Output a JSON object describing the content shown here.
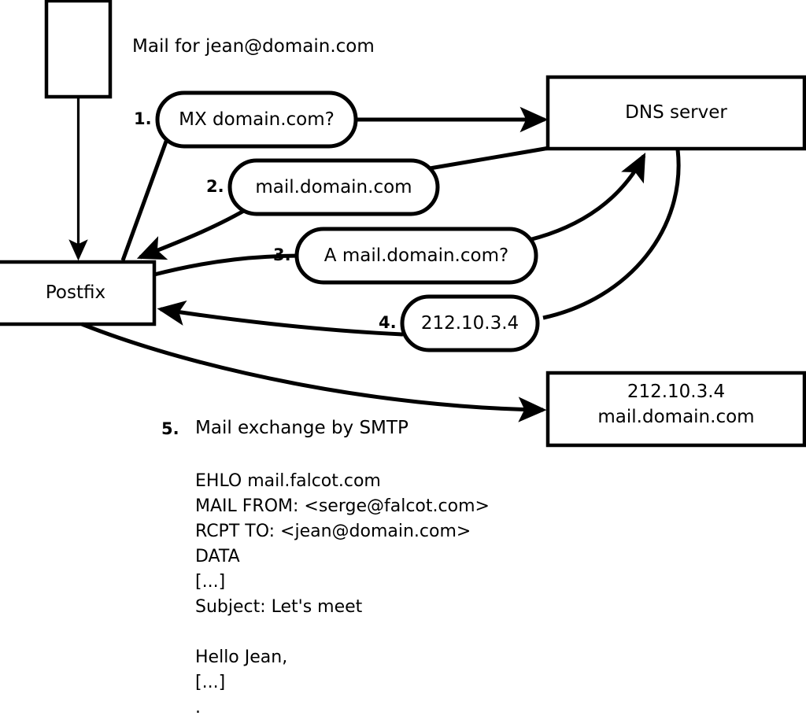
{
  "diagram": {
    "title_note": "Mail for jean@domain.com",
    "nodes": [
      {
        "id": "client",
        "label": "",
        "kind": "rect"
      },
      {
        "id": "postfix",
        "label": "Postfix",
        "kind": "rect"
      },
      {
        "id": "dns",
        "label": "DNS server",
        "kind": "rect"
      },
      {
        "id": "mailserver",
        "label_line1": "212.10.3.4",
        "label_line2": "mail.domain.com",
        "kind": "rect"
      }
    ],
    "steps": [
      {
        "num": "1.",
        "message": "MX domain.com?"
      },
      {
        "num": "2.",
        "message": "mail.domain.com"
      },
      {
        "num": "3.",
        "message": "A mail.domain.com?"
      },
      {
        "num": "4.",
        "message": "212.10.3.4"
      },
      {
        "num": "5.",
        "message": "Mail exchange by SMTP"
      }
    ],
    "smtp_transcript": [
      "EHLO mail.falcot.com",
      "MAIL FROM: <serge@falcot.com>",
      "RCPT TO: <jean@domain.com>",
      "DATA",
      "[...]",
      "Subject: Let's meet",
      "",
      "Hello Jean,",
      "[...]",
      "."
    ],
    "colors": {
      "stroke": "#000000",
      "fill": "#ffffff",
      "text": "#000000"
    }
  }
}
